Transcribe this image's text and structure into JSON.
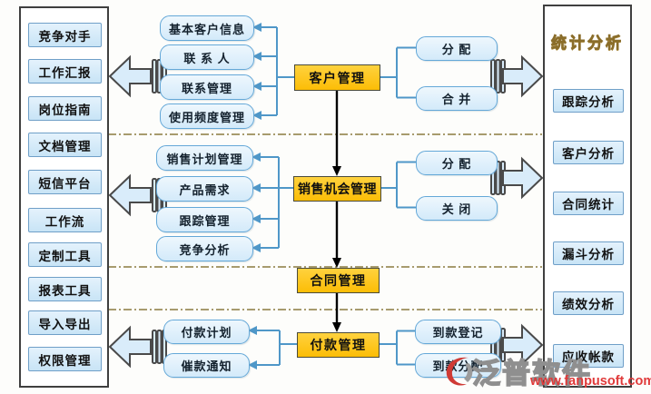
{
  "diagram": {
    "left_panel": {
      "items": [
        "竞争对手",
        "工作汇报",
        "岗位指南",
        "文档管理",
        "短信平台",
        "工作流",
        "定制工具",
        "报表工具",
        "导入导出",
        "权限管理"
      ]
    },
    "customer": {
      "label": "客户管理",
      "children": [
        "基本客户信息",
        "联 系 人",
        "联系管理",
        "使用频度管理"
      ],
      "actions": [
        "分 配",
        "合 并"
      ]
    },
    "sales": {
      "label": "销售机会管理",
      "children": [
        "销售计划管理",
        "产品需求",
        "跟踪管理",
        "竞争分析"
      ],
      "actions": [
        "分 配",
        "关 闭"
      ]
    },
    "contract": {
      "label": "合同管理"
    },
    "payment": {
      "label": "付款管理",
      "children": [
        "付款计划",
        "催款通知"
      ],
      "actions": [
        "到款登记",
        "到款分配"
      ]
    },
    "right_panel": {
      "title": "统计分析",
      "items": [
        "跟踪分析",
        "客户分析",
        "合同统计",
        "漏斗分析",
        "绩效分析",
        "应收帐款"
      ]
    },
    "watermark": {
      "brand": "泛普软件",
      "url": "www.fanpusoft.com"
    },
    "colors": {
      "highlight_box": "#fcbd06",
      "blue_box_fill": "#d3eafa",
      "blue_box_border": "#64a8d8",
      "connector_blue": "#4f97c8",
      "flow_black": "#000000",
      "separator_dash": "#a79b6e",
      "stat_title_gold": "#c9a03c",
      "watermark_red": "#e03a3a"
    }
  }
}
